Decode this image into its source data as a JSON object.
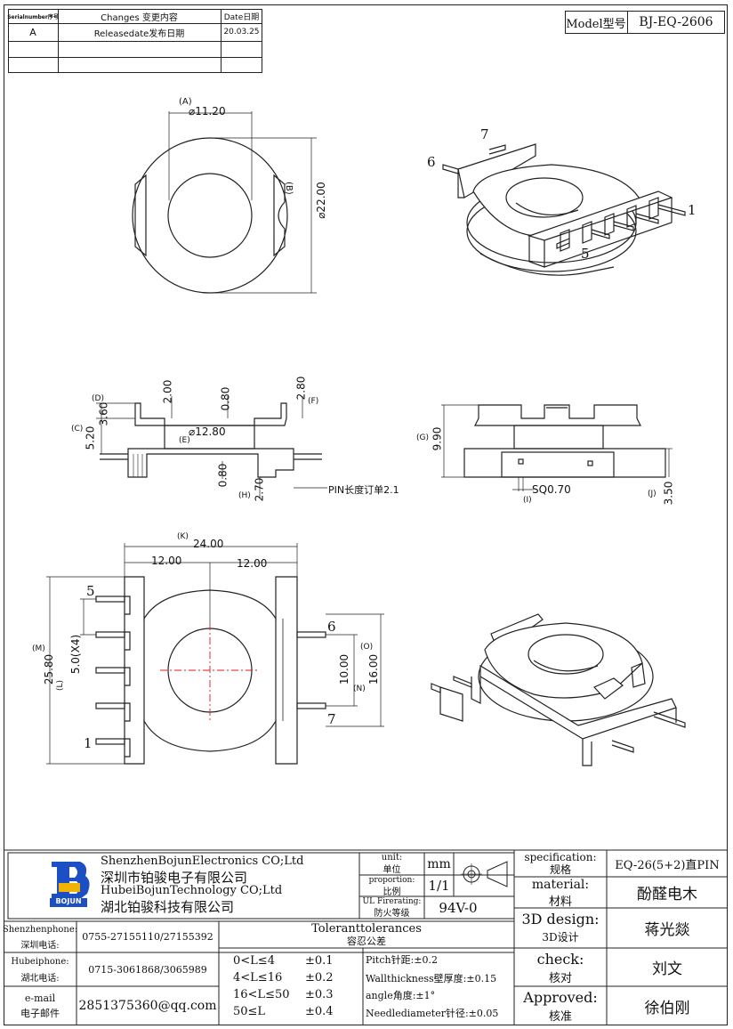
{
  "revision_table": {
    "headers": {
      "serial": "Serialnumber序号",
      "changes": "Changes 变更内容",
      "date": "Date日期"
    },
    "rows": [
      {
        "serial": "A",
        "changes": "Releasedate发布日期",
        "date": "20.03.25"
      }
    ]
  },
  "model": {
    "label": "Model型号",
    "value": "BJ-EQ-2606"
  },
  "top_view": {
    "labels": {
      "a": "(A)",
      "dia_inner": "⌀11.20",
      "b": "(B)",
      "dia_outer": "⌀22.00"
    }
  },
  "iso_top": {
    "pins": {
      "p7": "7",
      "p6": "6",
      "p1": "1",
      "p5": "5"
    }
  },
  "front_view": {
    "labels": {
      "d": "(D)",
      "v360": "3.60",
      "v200": "2.00",
      "v080a": "0.80",
      "v280": "2.80",
      "f": "(F)",
      "c": "(C)",
      "v520": "5.20",
      "dia1280": "⌀12.80",
      "e": "(E)",
      "v080b": "0.80",
      "h": "(H)",
      "v270": "2.70",
      "pin_note": "PIN长度订单2.1"
    }
  },
  "side_view": {
    "labels": {
      "g": "(G)",
      "v990": "9.90",
      "sq": "SQ0.70",
      "i": "(I)",
      "j": "(J)",
      "v350": "3.50"
    }
  },
  "bottom_view": {
    "labels": {
      "k": "(K)",
      "w2400": "24.00",
      "w1200a": "12.00",
      "w1200b": "12.00",
      "m": "(M)",
      "h2580": "25.80",
      "l": "(L)",
      "pitch": "5.0(X4)",
      "o": "(O)",
      "v1600": "16.00",
      "v1000": "10.00",
      "n": "(N)"
    },
    "pins": {
      "p5": "5",
      "p1": "1",
      "p6": "6",
      "p7": "7"
    }
  },
  "title_block": {
    "company_en_sz": "ShenzhenBojunElectronics CO;Ltd",
    "company_cn_sz": "深圳市铂骏电子有限公司",
    "company_en_hb": "HubeiBojunTechnology CO;Ltd",
    "company_cn_hb": "湖北铂骏科技有限公司",
    "logo_text": "BOJUN",
    "unit_label_en": "unit:",
    "unit_label_cn": "单位",
    "unit_value": "mm",
    "proportion_label_en": "proportion:",
    "proportion_label_cn": "比例",
    "proportion_value": "1/1",
    "fire_label_en": "UL Firerating:",
    "fire_label_cn": "防火等级",
    "fire_value": "94V-0",
    "spec_label_en": "specification:",
    "spec_label_cn": "规格",
    "spec_value": "EQ-26(5+2)直PIN",
    "material_label_en": "material:",
    "material_label_cn": "材料",
    "material_value": "酚醛电木",
    "design_label_en": "3D design:",
    "design_label_cn": "3D设计",
    "design_value": "蒋光燚",
    "check_label_en": "check:",
    "check_label_cn": "核对",
    "check_value": "刘文",
    "approved_label_en": "Approved:",
    "approved_label_cn": "核准",
    "approved_value": "徐伯刚",
    "sz_phone_label_en": "Shenzhenphone:",
    "sz_phone_label_cn": "深圳电话:",
    "sz_phone_value": "0755-27155110/27155392",
    "hb_phone_label_en": "Hubeiphone:",
    "hb_phone_label_cn": "湖北电话:",
    "hb_phone_value": "0715-3061868/3065989",
    "email_label_en": "e-mail",
    "email_label_cn": "电子邮件",
    "email_value": "2851375360@qq.com",
    "tol_title_en": "Toleranttolerances",
    "tol_title_cn": "容忍公差",
    "tolerances": [
      {
        "range": "0<L≤4",
        "tol": "±0.1"
      },
      {
        "range": "4<L≤16",
        "tol": "±0.2"
      },
      {
        "range": "16<L≤50",
        "tol": "±0.3"
      },
      {
        "range": "50≤L",
        "tol": "±0.4"
      }
    ],
    "pitch_tol": "Pitch针距:±0.2",
    "wall_tol": "Wallthickness壁厚度:±0.15",
    "angle_tol": "angle角度:±1°",
    "needle_tol": "Needlediameter针径:±0.05"
  }
}
